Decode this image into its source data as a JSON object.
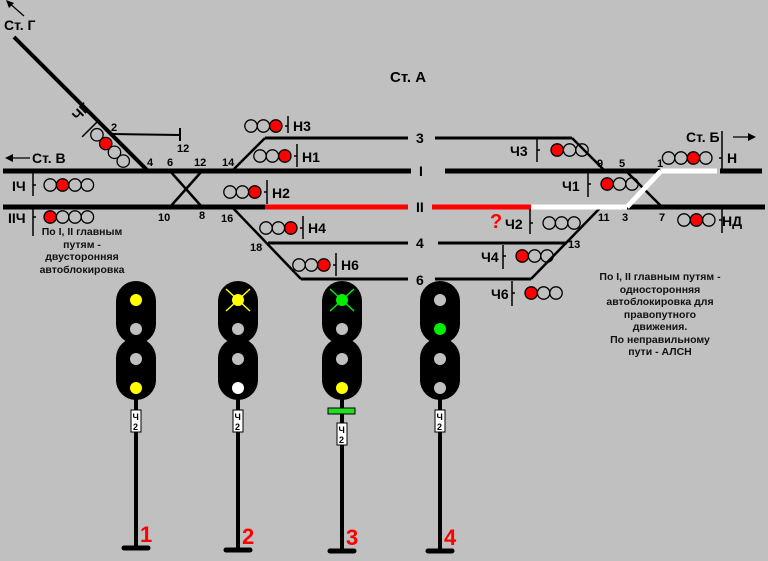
{
  "colors": {
    "background": "#c0c0c0",
    "track": "#000000",
    "route_red": "#ff0000",
    "route_white": "#ffffff",
    "lamp_red": "#ff0000",
    "lamp_yellow": "#ffff00",
    "lamp_green": "#00ee00",
    "lamp_white": "#ffffff",
    "lamp_off": "#c0c0c0",
    "strip_green": "#22dd22"
  },
  "stations": {
    "main": "Ст. А",
    "g": "Ст. Г",
    "v": "Ст. В",
    "b": "Ст. Б"
  },
  "tracks": [
    {
      "name": "3"
    },
    {
      "name": "I"
    },
    {
      "name": "II"
    },
    {
      "name": "4"
    },
    {
      "name": "6"
    }
  ],
  "switch_numbers": [
    "2",
    "12",
    "4",
    "6",
    "12",
    "14",
    "10",
    "8",
    "16",
    "18",
    "9",
    "5",
    "1",
    "11",
    "3",
    "7",
    "13"
  ],
  "signals": [
    {
      "id": "ЧГ",
      "aspect": "red"
    },
    {
      "id": "IЧ",
      "aspect": "red"
    },
    {
      "id": "IIЧ",
      "aspect": "red"
    },
    {
      "id": "Н3",
      "aspect": "red"
    },
    {
      "id": "Н1",
      "aspect": "red"
    },
    {
      "id": "Н2",
      "aspect": "red"
    },
    {
      "id": "Н4",
      "aspect": "red"
    },
    {
      "id": "Н6",
      "aspect": "red"
    },
    {
      "id": "Ч3",
      "aspect": "red"
    },
    {
      "id": "Ч1",
      "aspect": "red"
    },
    {
      "id": "Ч2",
      "aspect": "unknown",
      "mark": "?"
    },
    {
      "id": "Ч4",
      "aspect": "red"
    },
    {
      "id": "Ч6",
      "aspect": "red"
    },
    {
      "id": "Н",
      "aspect": "red"
    },
    {
      "id": "НД",
      "aspect": "red"
    }
  ],
  "notes": {
    "left": "По I,  II главным\nпутям -\nдвусторонняя\nавтоблокировка",
    "right": "По I, II главным путям -\nодносторонняя\nавтоблокировка для\nправопутного\nдвижения.\nПо неправильному\nпути - АЛСН"
  },
  "options": [
    {
      "number": "1",
      "plate_top": "Ч",
      "plate_bottom": "2",
      "lamps": [
        "yellow",
        "off",
        "off",
        "yellow"
      ],
      "flashing_top": false,
      "green_strip": false
    },
    {
      "number": "2",
      "plate_top": "Ч",
      "plate_bottom": "2",
      "lamps": [
        "yellow",
        "off",
        "off",
        "white"
      ],
      "flashing_top": true,
      "green_strip": false
    },
    {
      "number": "3",
      "plate_top": "Ч",
      "plate_bottom": "2",
      "lamps": [
        "green",
        "off",
        "off",
        "yellow"
      ],
      "flashing_top": true,
      "green_strip": true
    },
    {
      "number": "4",
      "plate_top": "Ч",
      "plate_bottom": "2",
      "lamps": [
        "off",
        "green",
        "off",
        "off"
      ],
      "flashing_top": false,
      "green_strip": false
    }
  ]
}
